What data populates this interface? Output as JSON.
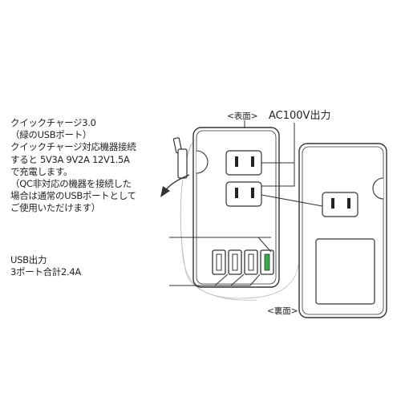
{
  "front_label": "<表面>",
  "back_label": "<裏面>",
  "ac_output_label": "AC100V出力",
  "qc_note_lines": [
    "クイックチャージ3.0",
    "（緑のUSBポート）",
    "クイックチャージ対応機器接続",
    "すると  5V3A  9V2A  12V1.5A",
    "で充電します。",
    "（QC非対応の機器を接続した",
    "場合は通常のUSBポートとして",
    "ご使用いただけます）"
  ],
  "usb_note_lines": [
    "USB出力",
    "3ポート合計2.4A"
  ],
  "colors": {
    "line": "#333333",
    "qc_port": "#3aaa4a",
    "body_fill": "#ffffff",
    "guide_line": "#bbbbbb"
  },
  "icons": [
    "plug-prong-icon",
    "rotate-arrow-icon",
    "ac-outlet-icon",
    "usb-port-icon"
  ]
}
